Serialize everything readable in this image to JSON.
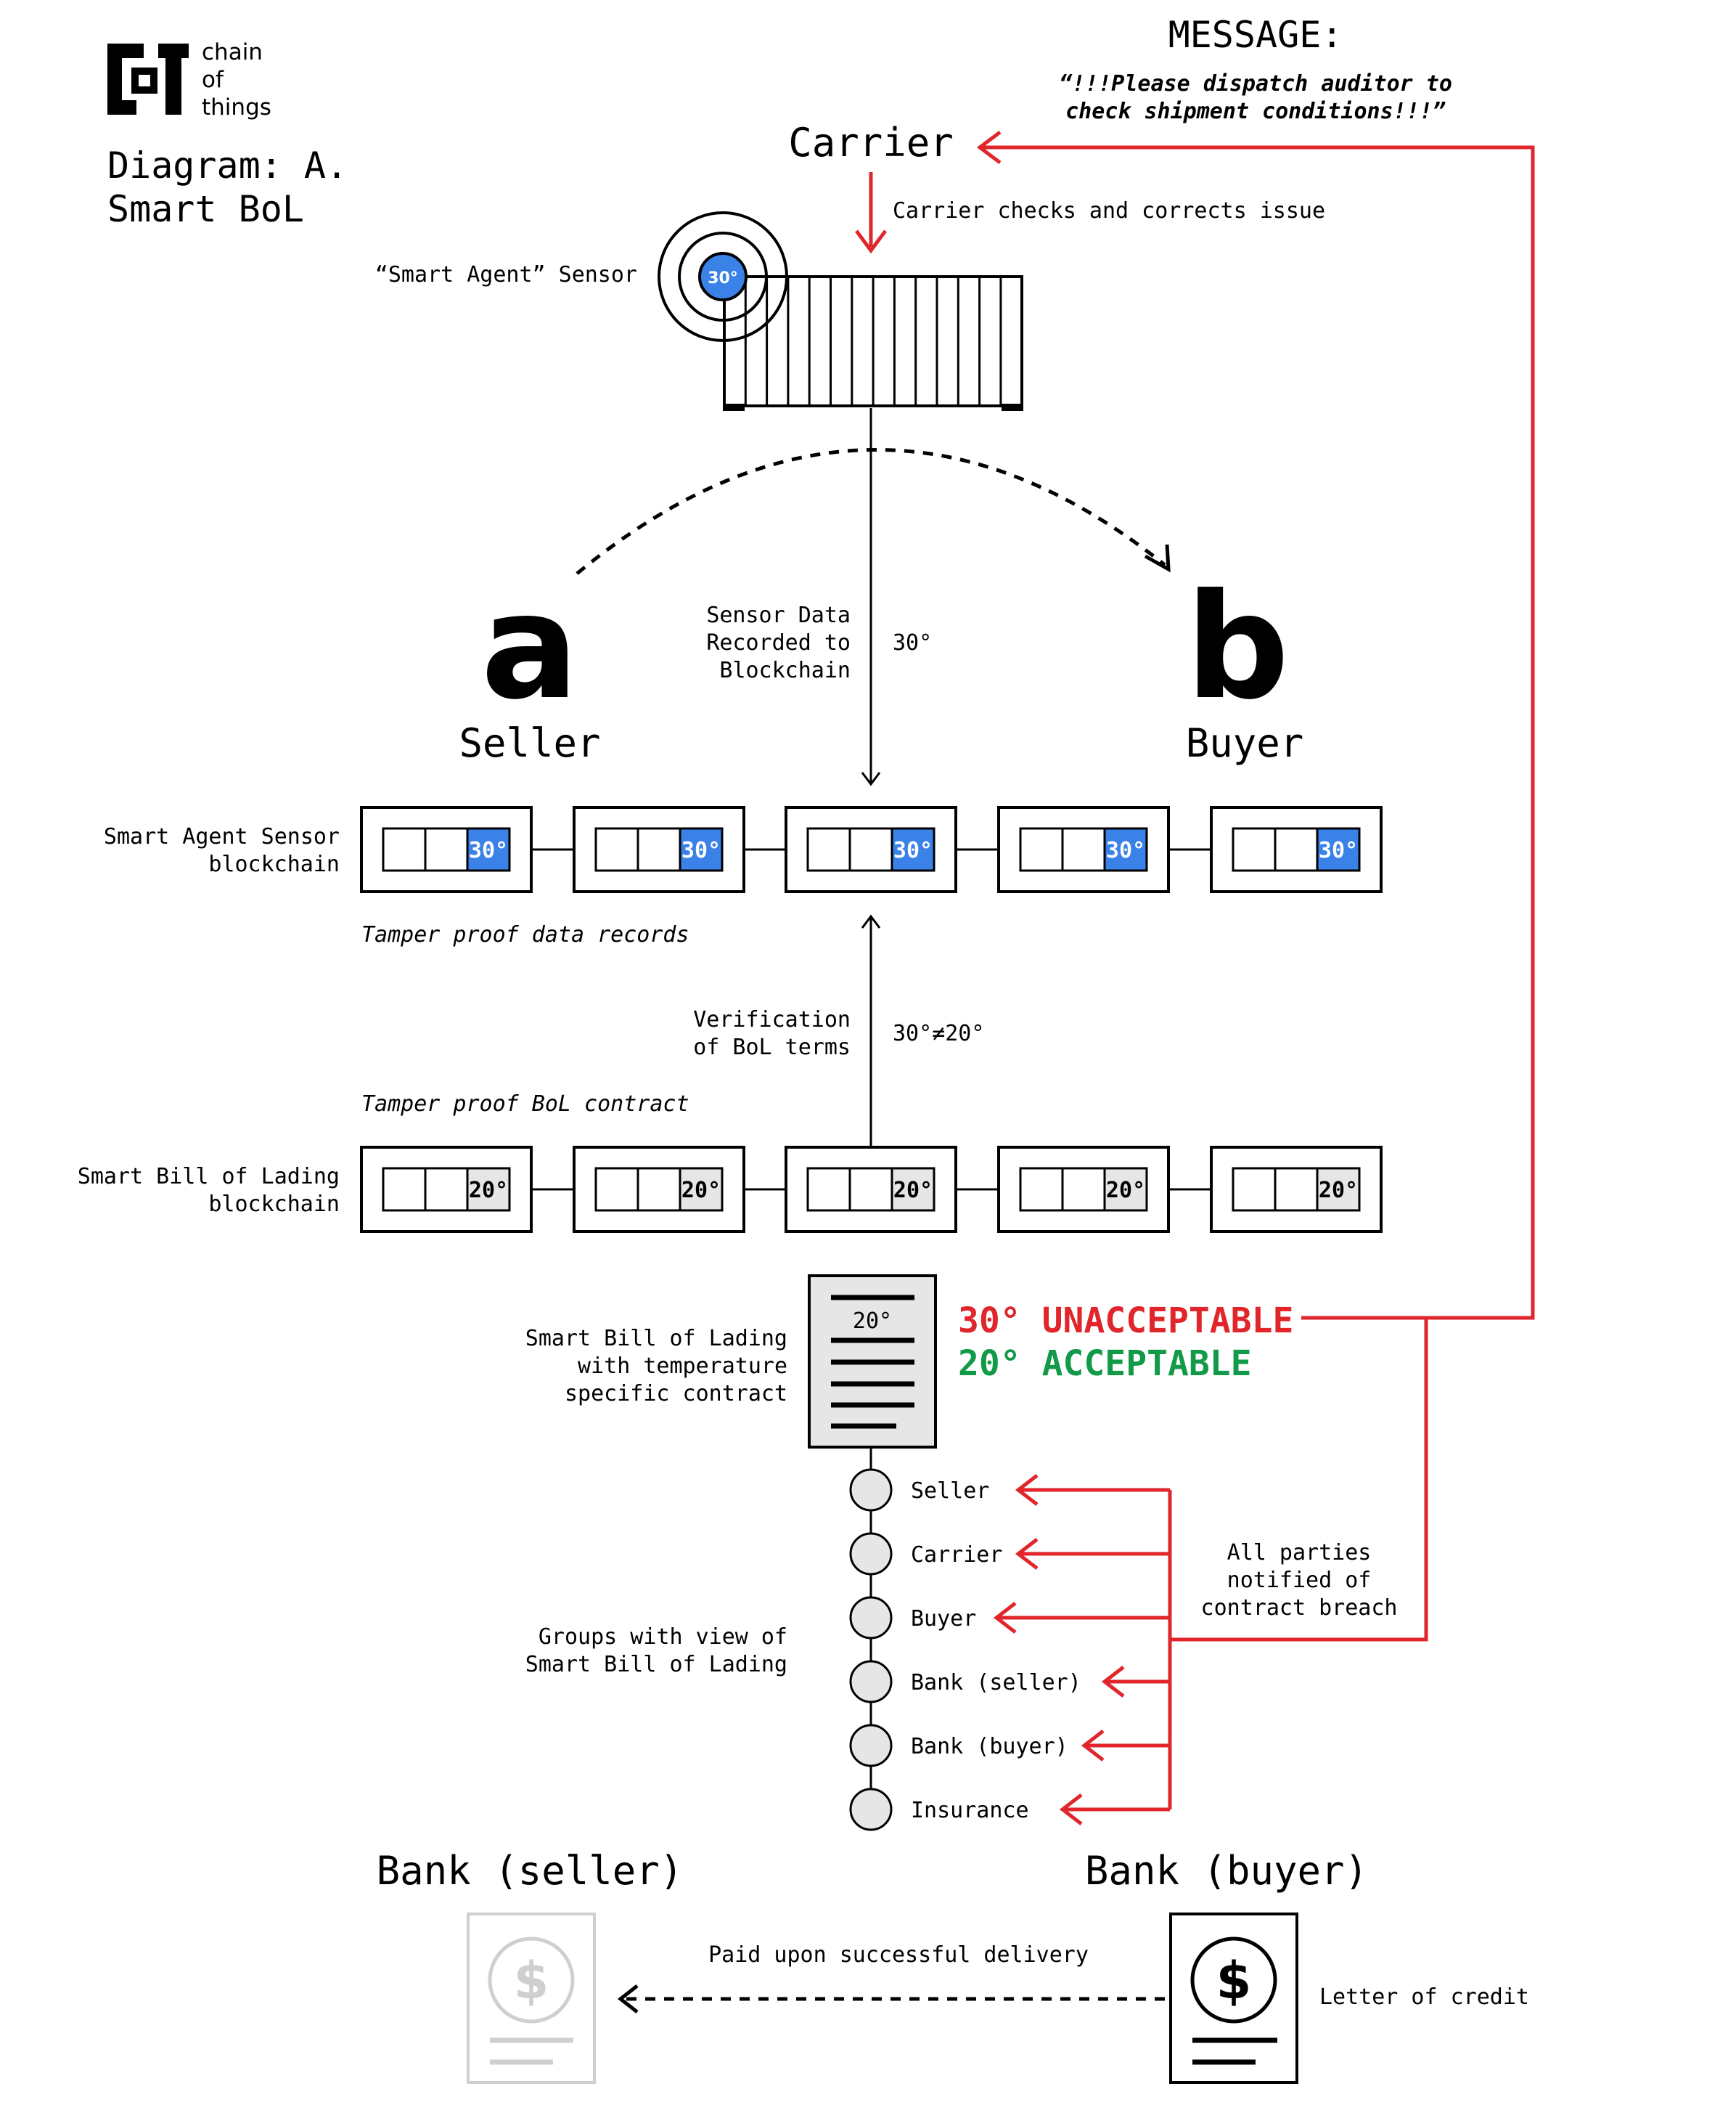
{
  "logo": {
    "lines": [
      "chain",
      "of",
      "things"
    ]
  },
  "diagram_title": [
    "Diagram: A.",
    "Smart BoL"
  ],
  "message": {
    "title": "MESSAGE:",
    "lines": [
      "“!!!Please dispatch auditor to",
      "check shipment conditions!!!”"
    ]
  },
  "carrier": {
    "title": "Carrier",
    "note": "Carrier checks and corrects issue"
  },
  "sensor": {
    "label": "“Smart Agent” Sensor",
    "reading": "30°"
  },
  "parties": {
    "a_letter": "a",
    "a_name": "Seller",
    "b_letter": "b",
    "b_name": "Buyer"
  },
  "sensor_flow": {
    "label_lines": [
      "Sensor Data",
      "Recorded to",
      "Blockchain"
    ],
    "value": "30°"
  },
  "sensor_chain": {
    "label_lines": [
      "Smart Agent Sensor",
      "blockchain"
    ],
    "blocks": [
      "30°",
      "30°",
      "30°",
      "30°",
      "30°"
    ],
    "caption": "Tamper proof data records"
  },
  "verification": {
    "label_lines": [
      "Verification",
      "of BoL terms"
    ],
    "value": "30°≠20°"
  },
  "bol_chain": {
    "caption": "Tamper proof BoL contract",
    "label_lines": [
      "Smart Bill of Lading",
      "blockchain"
    ],
    "blocks": [
      "20°",
      "20°",
      "20°",
      "20°",
      "20°"
    ]
  },
  "contract": {
    "label_lines": [
      "Smart Bill of Lading",
      "with temperature",
      "specific contract"
    ],
    "doc_value": "20°",
    "unacceptable": "30° UNACCEPTABLE",
    "acceptable": "20° ACCEPTABLE"
  },
  "groups": {
    "label_lines": [
      "Groups with view of",
      "Smart Bill of Lading"
    ],
    "items": [
      "Seller",
      "Carrier",
      "Buyer",
      "Bank (seller)",
      "Bank (buyer)",
      "Insurance"
    ]
  },
  "notify": {
    "lines": [
      "All parties",
      "notified of",
      "contract breach"
    ]
  },
  "banks": {
    "seller_title": "Bank (seller)",
    "buyer_title": "Bank (buyer)",
    "payment_note": "Paid upon successful delivery",
    "credit_label": "Letter of credit",
    "symbol": "$"
  },
  "colors": {
    "red": "#E0262B",
    "green": "#129A48",
    "blue": "#3A82E8",
    "grey": "#E6E6E6",
    "faded": "#CFCFCF"
  }
}
